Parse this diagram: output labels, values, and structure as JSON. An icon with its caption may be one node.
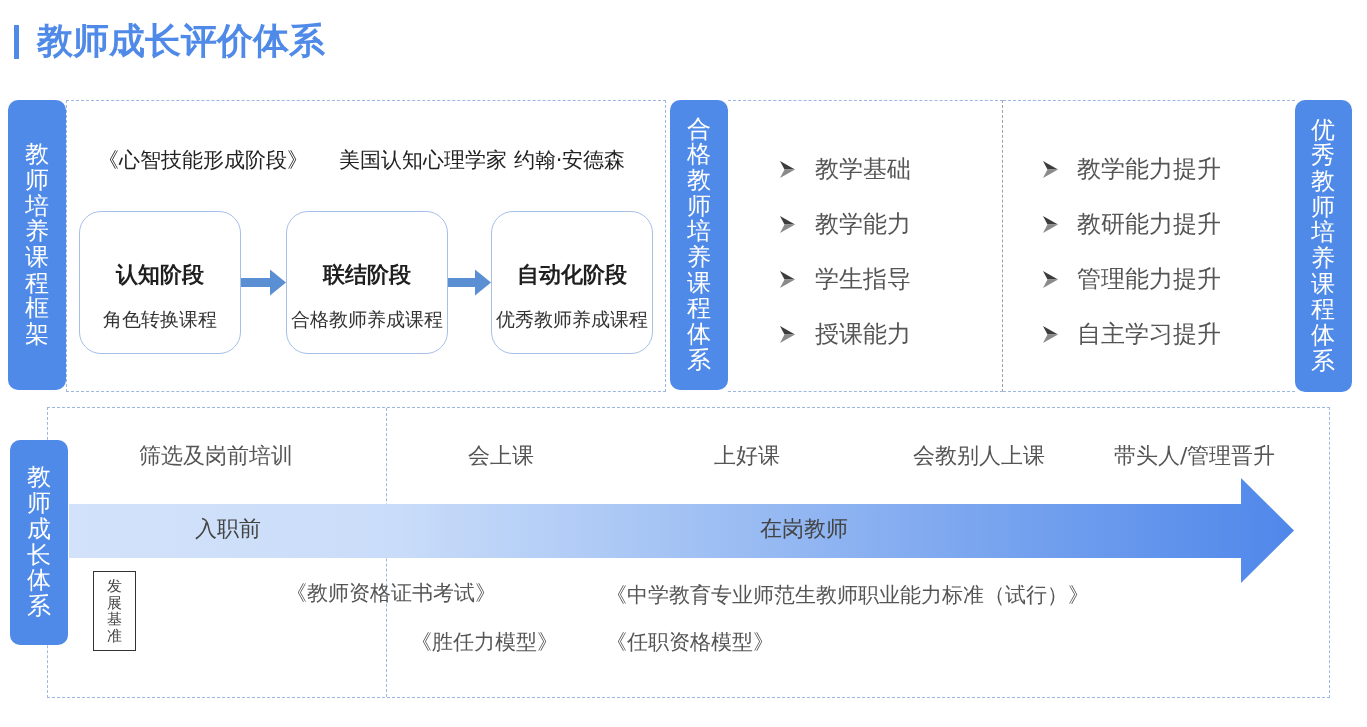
{
  "diagram": {
    "title": "教师成长评价体系",
    "nodes": [
      {
        "text": [
          "教师培养课程框架"
        ]
      },
      {
        "text": [
          "《心智技能形成阶段》",
          "美国认知心理学家 约翰·安德森"
        ]
      },
      {
        "text": [
          "认知阶段",
          "角色转换课程"
        ],
        "in": 1
      },
      {
        "text": [
          "联结阶段",
          "合格教师养成课程"
        ],
        "in": 1
      },
      {
        "text": [
          "自动化阶段",
          "优秀教师养成课程"
        ],
        "in": 1
      },
      {
        "text": [
          "合格教师培养课程体系"
        ]
      },
      {
        "text": [
          "教学基础",
          "教学能力",
          "学生指导",
          "授课能力"
        ]
      },
      {
        "text": [
          "教学能力提升",
          "教研能力提升",
          "管理能力提升",
          "自主学习提升"
        ]
      },
      {
        "text": [
          "优秀教师培养课程体系"
        ]
      },
      {
        "text": [
          "教师成长体系"
        ]
      },
      {
        "text": [
          "筛选及岗前培训",
          "会上课",
          "上好课",
          "会教别人上课",
          "带头人/管理晋升",
          "《教师资格证书考试》",
          "《中学教育专业师范生教师职业能力标准（试行）》",
          "《胜任力模型》",
          "《任职资格模型》"
        ]
      },
      {
        "text": [
          "入职前",
          "在岗教师"
        ],
        "in": 10
      },
      {
        "text": [
          "发展基准"
        ],
        "in": 10
      }
    ],
    "edges": [
      {
        "from": 2,
        "to": 3,
        "arrow": "to"
      },
      {
        "from": 3,
        "to": 4,
        "arrow": "to"
      }
    ]
  }
}
